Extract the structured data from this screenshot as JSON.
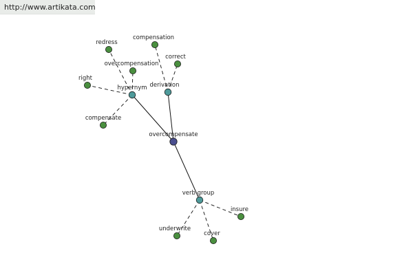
{
  "watermark": {
    "url": "http://www.artikata.com"
  },
  "graph": {
    "center": "overcompensate",
    "colors": {
      "center_node": "#4a4f8f",
      "relation_node": "#4e9a9a",
      "leaf_node": "#4a8f3f",
      "edge": "#111111"
    },
    "relations": [
      {
        "name": "hypernym",
        "children": [
          "redress",
          "overcompensation",
          "right",
          "compensate"
        ]
      },
      {
        "name": "derivation",
        "children": [
          "compensation",
          "correct"
        ]
      },
      {
        "name": "verb group",
        "children": [
          "insure",
          "underwrite",
          "cover"
        ]
      }
    ]
  }
}
